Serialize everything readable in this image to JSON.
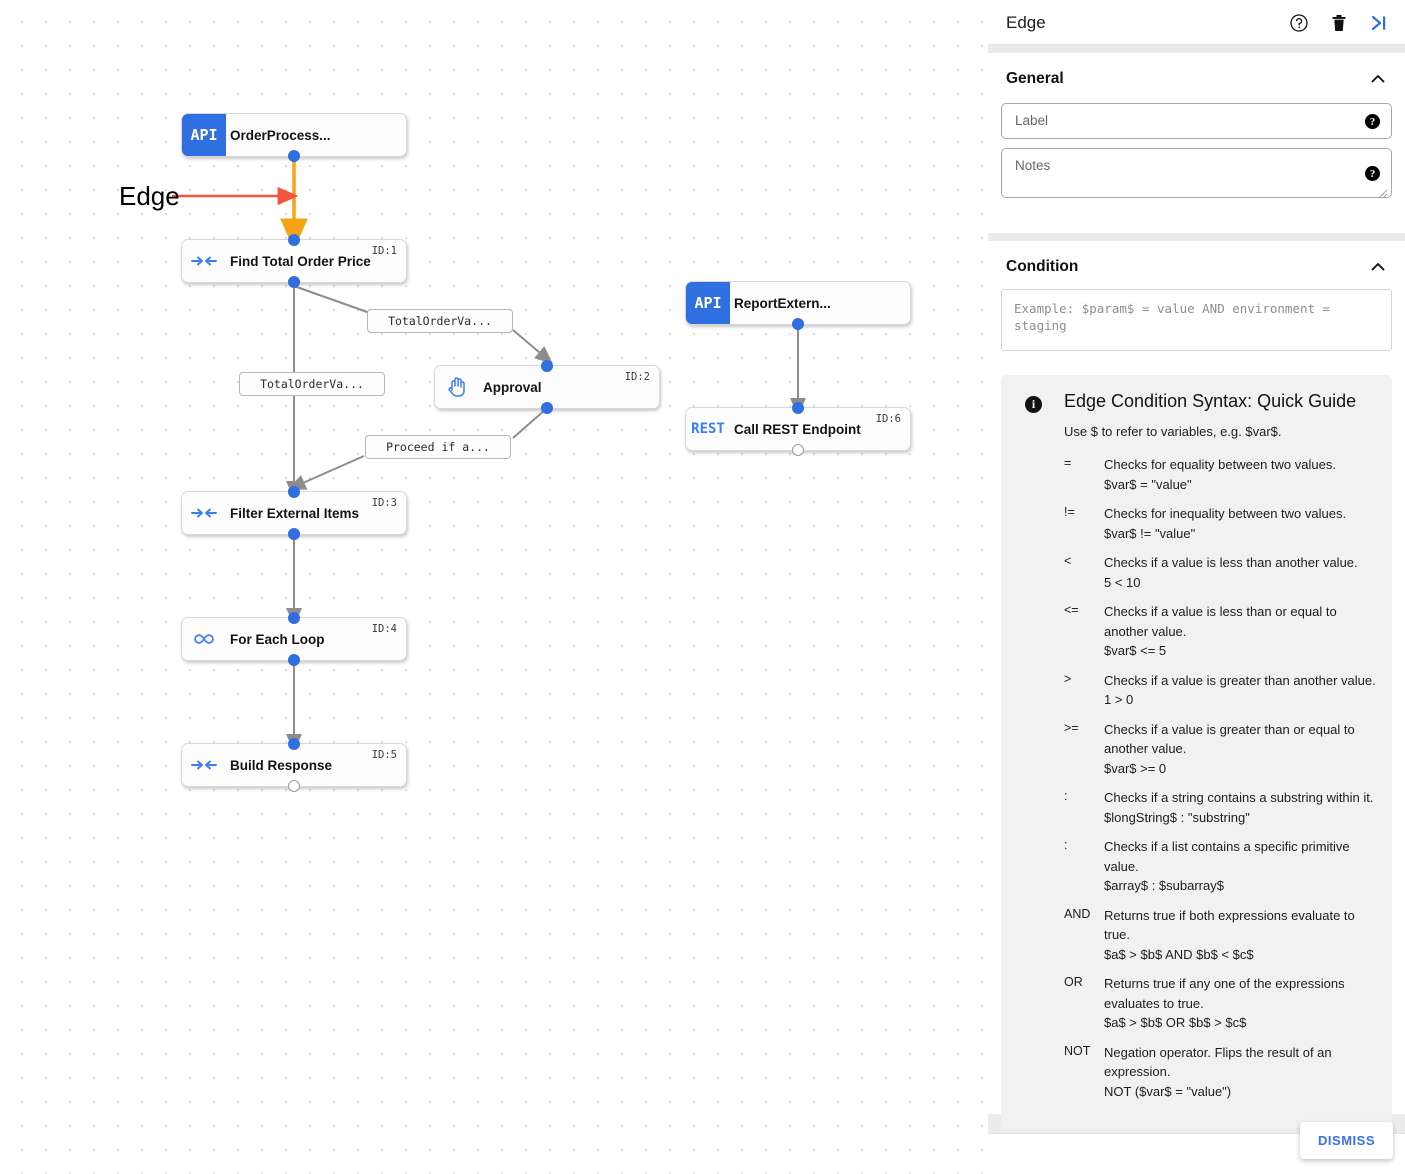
{
  "canvas": {
    "annotation": {
      "label": "Edge",
      "arrow_color": "#f4533e"
    },
    "highlight_color": "#f5a314",
    "edge_color": "#8d8d8d",
    "nodes": [
      {
        "id": "n-order",
        "title": "OrderProcess...",
        "icon": "api-badge-icon",
        "icon_text": "API",
        "id_badge": ""
      },
      {
        "id": "n-find",
        "title": "Find Total Order Price",
        "icon": "transform-arrows-icon",
        "id_badge": "ID:1"
      },
      {
        "id": "n-approval",
        "title": "Approval",
        "icon": "hand-icon",
        "id_badge": "ID:2"
      },
      {
        "id": "n-filter",
        "title": "Filter External Items",
        "icon": "transform-arrows-icon",
        "id_badge": "ID:3"
      },
      {
        "id": "n-loop",
        "title": "For Each Loop",
        "icon": "infinity-icon",
        "id_badge": "ID:4"
      },
      {
        "id": "n-build",
        "title": "Build Response",
        "icon": "transform-arrows-icon",
        "id_badge": "ID:5"
      },
      {
        "id": "n-report",
        "title": "ReportExtern...",
        "icon": "api-badge-icon",
        "icon_text": "API",
        "id_badge": ""
      },
      {
        "id": "n-rest",
        "title": "Call REST Endpoint",
        "icon": "rest-badge-icon",
        "icon_text": "REST",
        "id_badge": "ID:6"
      }
    ],
    "edge_labels": [
      {
        "id": "el1",
        "text": "TotalOrderVa..."
      },
      {
        "id": "el2",
        "text": "TotalOrderVa..."
      },
      {
        "id": "el3",
        "text": "Proceed if a..."
      }
    ]
  },
  "panel": {
    "header": {
      "title": "Edge",
      "help_icon": "help-circle-icon",
      "delete_icon": "trash-icon",
      "collapse_icon": "collapse-right-icon"
    },
    "general": {
      "title": "General",
      "label_field": {
        "placeholder": "Label",
        "value": ""
      },
      "notes_field": {
        "placeholder": "Notes",
        "value": ""
      }
    },
    "condition": {
      "title": "Condition",
      "editor_placeholder": "Example: $param$ = value AND environment = staging",
      "editor_value": ""
    },
    "guide": {
      "title": "Edge Condition Syntax: Quick Guide",
      "subtitle": "Use $ to refer to variables, e.g. $var$.",
      "rows": [
        {
          "op": "=",
          "desc": "Checks for equality between two values.",
          "example": "$var$ = \"value\""
        },
        {
          "op": "!=",
          "desc": "Checks for inequality between two values.",
          "example": "$var$ != \"value\""
        },
        {
          "op": "<",
          "desc": "Checks if a value is less than another value.",
          "example": "5 < 10"
        },
        {
          "op": "<=",
          "desc": "Checks if a value is less than or equal to another value.",
          "example": "$var$ <= 5"
        },
        {
          "op": ">",
          "desc": "Checks if a value is greater than another value.",
          "example": "1 > 0"
        },
        {
          "op": ">=",
          "desc": "Checks if a value is greater than or equal to another value.",
          "example": "$var$ >= 0"
        },
        {
          "op": ":",
          "desc": "Checks if a string contains a substring within it.",
          "example": "$longString$ : \"substring\""
        },
        {
          "op": ":",
          "desc": "Checks if a list contains a specific primitive value.",
          "example": "$array$ : $subarray$"
        },
        {
          "op": "AND",
          "desc": "Returns true if both expressions evaluate to true.",
          "example": "$a$ > $b$ AND $b$ < $c$"
        },
        {
          "op": "OR",
          "desc": "Returns true if any one of the expressions evaluates to true.",
          "example": "$a$ > $b$ OR $b$ > $c$"
        },
        {
          "op": "NOT",
          "desc": "Negation operator. Flips the result of an expression.",
          "example": "NOT ($var$ = \"value\")"
        }
      ]
    },
    "footer": {
      "dismiss_label": "DISMISS",
      "accent": "#3b6ff0"
    }
  }
}
